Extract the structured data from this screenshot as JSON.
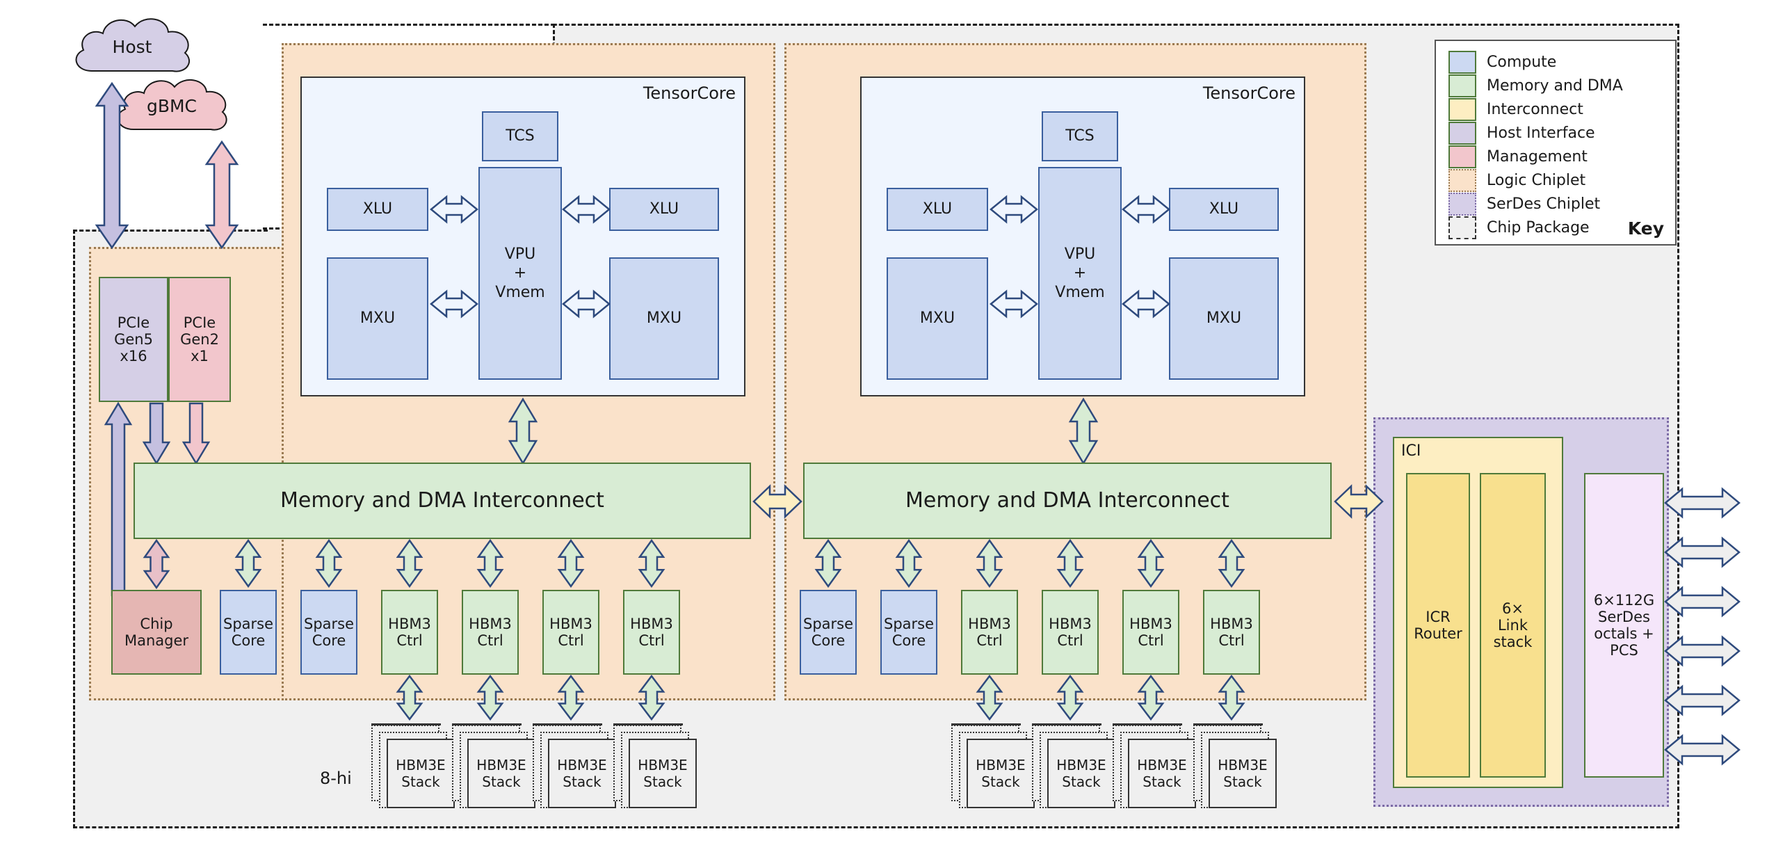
{
  "diagram": {
    "title": "TPU chip architecture block diagram",
    "clouds": [
      {
        "name": "host",
        "label": "Host",
        "color": "#d5cfe6"
      },
      {
        "name": "gbmc",
        "label": "gBMC",
        "color": "#f2c6cc"
      }
    ],
    "host_interface": {
      "pcie_gen5": "PCIe\nGen5\nx16",
      "pcie_gen2": "PCIe\nGen2\nx1"
    },
    "management": {
      "chip_manager": "Chip\nManager"
    },
    "tensorcore": {
      "label": "TensorCore",
      "tcs": "TCS",
      "vpu": "VPU\n+\nVmem",
      "xlu_left": "XLU",
      "xlu_right": "XLU",
      "mxu_left": "MXU",
      "mxu_right": "MXU"
    },
    "interconnect_bar": "Memory and DMA Interconnect",
    "bottom_blocks_left": [
      "Sparse\nCore",
      "Sparse\nCore",
      "HBM3\nCtrl",
      "HBM3\nCtrl",
      "HBM3\nCtrl",
      "HBM3\nCtrl"
    ],
    "bottom_blocks_right": [
      "Sparse\nCore",
      "Sparse\nCore",
      "HBM3\nCtrl",
      "HBM3\nCtrl",
      "HBM3\nCtrl",
      "HBM3\nCtrl"
    ],
    "hbm_stack_label": "HBM3E\nStack",
    "hbm_height_label": "8-hi",
    "ici": {
      "label": "ICI",
      "router": "ICR\nRouter",
      "link_stack": "6×\nLink\nstack"
    },
    "serdes": {
      "label": "6×112G\nSerDes\noctals +\nPCS",
      "lane_count": 6
    }
  },
  "legend": {
    "title": "Key",
    "items": [
      {
        "label": "Compute",
        "color": "#ccd9f2",
        "border": "#4f7a3a",
        "style": "solid"
      },
      {
        "label": "Memory and DMA",
        "color": "#d8ecd4",
        "border": "#4f7a3a",
        "style": "solid"
      },
      {
        "label": "Interconnect",
        "color": "#fdeec2",
        "border": "#4f7a3a",
        "style": "solid"
      },
      {
        "label": "Host Interface",
        "color": "#d5cfe6",
        "border": "#4f7a3a",
        "style": "solid"
      },
      {
        "label": "Management",
        "color": "#f2c6cc",
        "border": "#4f7a3a",
        "style": "solid"
      },
      {
        "label": "Logic Chiplet",
        "color": "#fae2ca",
        "border": "#9a7a52",
        "style": "dotted"
      },
      {
        "label": "SerDes Chiplet",
        "color": "#d6cfe8",
        "border": "#7b6aa5",
        "style": "dotted"
      },
      {
        "label": "Chip Package",
        "color": "#f0f0f0",
        "border": "#333333",
        "style": "dashed"
      }
    ]
  },
  "colors": {
    "compute": "#ccd9f2",
    "memory": "#d8ecd4",
    "interconnect": "#fdeec2",
    "interconnect_dark": "#f8e08e",
    "host_interface": "#d5cfe6",
    "management": "#f2c6cc",
    "logic_chiplet": "#fae2ca",
    "serdes_chiplet": "#d6cfe8",
    "serdes_pcs": "#f5e6fa",
    "chip_package": "#f0f0f0",
    "arrow_outline": "#2e4a7d"
  }
}
